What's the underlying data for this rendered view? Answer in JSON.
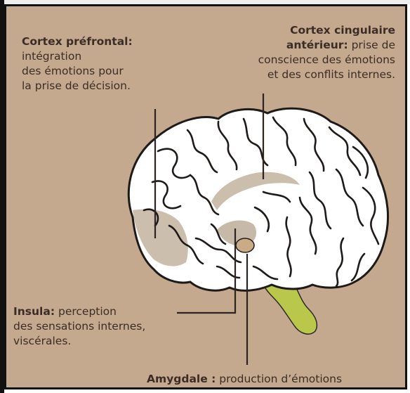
{
  "labels": {
    "prefrontal": {
      "title": "Cortex préfrontal:",
      "line1": "intégration",
      "line2": "des émotions pour",
      "line3": "la prise de décision."
    },
    "cingulate": {
      "title1": "Cortex cingulaire",
      "title2": "antérieur:",
      "desc1": " prise de",
      "line2": "conscience des émotions",
      "line3": "et des conflits internes."
    },
    "insula": {
      "title": "Insula:",
      "desc1": " perception",
      "line2": "des sensations internes,",
      "line3": "viscérales."
    },
    "amygdala": {
      "title": "Amygdale :",
      "desc": " production d’émotions"
    }
  },
  "colors": {
    "background": "#c4a98e",
    "brain_fill": "#ffffff",
    "outline": "#1e1a18",
    "cerebellum_stem": "#b9c84a",
    "highlight_regions": "#a38868",
    "text": "#3b2d26"
  }
}
